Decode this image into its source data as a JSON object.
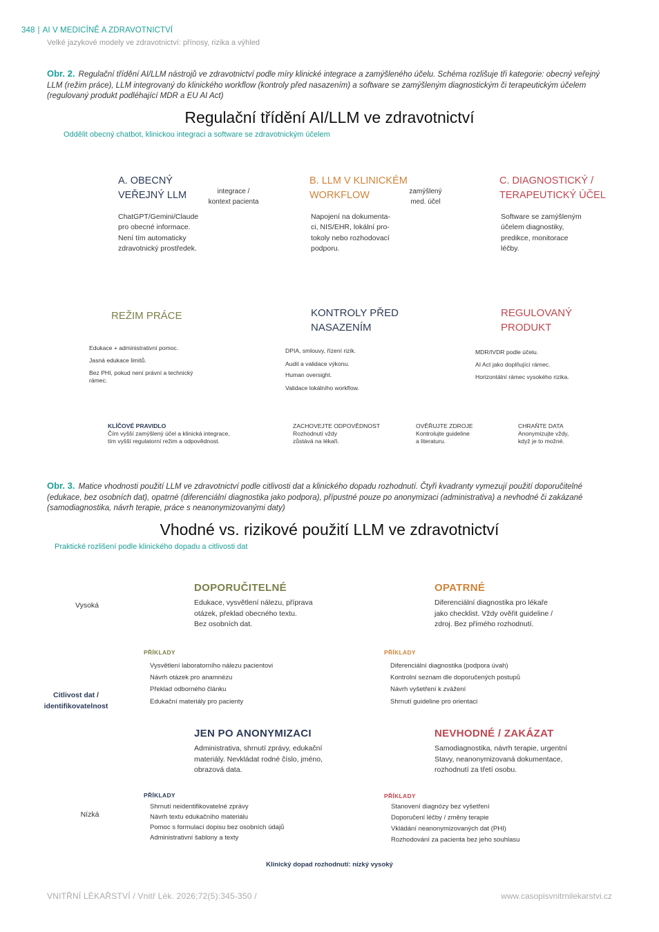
{
  "header": {
    "page_number": "348",
    "journal_section": "AI V MEDICÍNĚ A ZDRAVOTNICTVÍ",
    "article_subtitle": "Velké jazykové modely ve zdravotnictví: přínosy, rizika a výhled"
  },
  "fig2": {
    "label": "Obr. 2.",
    "caption": "Regulační třídění AI/LLM nástrojů ve zdravotnictví podle míry klinické integrace a zamýšleného účelu. Schéma rozlišuje tři kategorie: obecný veřejný LLM (režim práce), LLM integrovaný do klinického workflow (kontroly před nasazením) a software se zamýšleným diagnostickým či terapeutickým účelem (regulovaný produkt podléhající MDR a EU AI Act)",
    "title": "Regulační třídění AI/LLM ve zdravotnictví",
    "subtitle": "Oddělit obecný chatbot, klinickou integraci a software se zdravotnickým účelem",
    "categories": [
      {
        "title_line1": "A. OBECNÝ",
        "title_line2": "VEŘEJNÝ LLM",
        "body": [
          "ChatGPT/Gemini/Claude",
          "pro obecné informace.",
          "Není tím automaticky",
          "zdravotnický prostředek."
        ]
      },
      {
        "title_line1": "B. LLM V KLINICKÉM",
        "title_line2": "WORKFLOW",
        "body": [
          "Napojení na dokumenta-",
          "ci, NIS/EHR, lokální pro-",
          "tokoly nebo rozhodovací",
          "podporu."
        ]
      },
      {
        "title_line1": "C. DIAGNOSTICKÝ /",
        "title_line2": "TERAPEUTICKÝ ÚČEL",
        "body": [
          "Software se zamýšleným",
          "účelem diagnostiky,",
          "predikce, monitorace",
          "léčby."
        ]
      }
    ],
    "flow_labels": [
      {
        "line1": "integrace /",
        "line2": "kontext pacienta"
      },
      {
        "line1": "zamýšlený",
        "line2": "med. účel"
      }
    ],
    "regimes": [
      {
        "title_line1": "REŽIM PRÁCE",
        "title_line2": "",
        "items": [
          "Edukace + administrativní pomoc.",
          "Jasná edukace limitů.",
          "Bez PHI, pokud není právní a technický rámec."
        ]
      },
      {
        "title_line1": "KONTROLY PŘED",
        "title_line2": "NASAZENÍM",
        "items": [
          "DPIA, smlouvy, řízení rizik.",
          "Audit a validace výkonu.",
          "Human oversight.",
          "Validace lokálního workflow."
        ]
      },
      {
        "title_line1": "REGULOVANÝ",
        "title_line2": "PRODUKT",
        "items": [
          "MDR/IVDR podle účelu.",
          "AI Act jako doplňující rámec.",
          "Horizontální rámec vysokého rizika."
        ]
      }
    ],
    "key_rule": {
      "title": "KLÍČOVÉ PRAVIDLO",
      "line1": "Čím vyšší zamýšlený účel a klinická integrace,",
      "line2": "tím vyšší regulatorní režim a odpovědnost."
    },
    "tips": [
      {
        "title": "ZACHOVEJTE ODPOVĚDNOST",
        "line1": "Rozhodnutí vždy",
        "line2": "zůstává na lékaři."
      },
      {
        "title": "OVĚŘUJTE ZDROJE",
        "line1": "Kontrolujte guideline",
        "line2": "a literaturu."
      },
      {
        "title": "CHRAŇTE DATA",
        "line1": "Anonymizujte vždy,",
        "line2": "když je to možné."
      }
    ]
  },
  "fig3": {
    "label": "Obr. 3.",
    "caption": "Matice vhodnosti použití LLM ve zdravotnictví podle citlivosti dat a klinického dopadu rozhodnutí. Čtyři kvadranty vymezují použití doporučitelné (edukace, bez osobních dat), opatrné (diferenciální diagnostika jako podpora), přípustné pouze po anonymizaci (administrativa) a nevhodné či zakázané (samodiagnostika, návrh terapie, práce s neanonymizovanými daty)",
    "title": "Vhodné vs. rizikové použití LLM ve zdravotnictví",
    "subtitle": "Praktické rozlišení podle klinického dopadu a citlivosti dat",
    "y_axis": {
      "high": "Vysoká",
      "label_line1": "Citlivost dat /",
      "label_line2": "identifikovatelnost",
      "low": "Nízká"
    },
    "x_axis_label": "Klinický dopad rozhodnutí: nízký vysoký",
    "examples_heading": "PŘÍKLADY",
    "quadrants": [
      {
        "title": "DOPORUČITELNÉ",
        "body": [
          "Edukace, vysvětlení nálezu, příprava",
          "otázek, překlad obecného textu.",
          "Bez osobních dat."
        ],
        "examples": [
          "Vysvětlení laboratorního nálezu pacientovi",
          "Návrh otázek pro anamnézu",
          "Překlad odborného článku",
          "Edukační materiály pro pacienty"
        ]
      },
      {
        "title": "OPATRNÉ",
        "body": [
          "Diferenciální diagnostika pro lékaře",
          "jako checklist. Vždy ověřit guideline /",
          "zdroj. Bez přímého rozhodnutí."
        ],
        "examples": [
          "Diferenciální diagnostika (podpora úvah)",
          "Kontrolní seznam dle doporučených postupů",
          "Návrh vyšetření k zvážení",
          "Shrnutí guideline pro orientaci"
        ]
      },
      {
        "title": "JEN PO ANONYMIZACI",
        "body": [
          "Administrativa, shrnutí zprávy, edukační",
          "materiály. Nevkládat rodné číslo, jméno,",
          "obrazová data."
        ],
        "examples": [
          "Shrnutí neidentifikovatelné zprávy",
          "Návrh textu edukačního materiálu",
          "Pomoc s formulací dopisu bez osobních údajů",
          "Administrativní šablony a texty"
        ]
      },
      {
        "title": "NEVHODNÉ / ZAKÁZAT",
        "body": [
          "Samodiagnostika, návrh terapie, urgentní",
          "Stavy, neanonymizovaná dokumentace,",
          "rozhodnutí za třetí osobu."
        ],
        "examples": [
          "Stanovení diagnózy bez vyšetření",
          "Doporučení léčby / změny terapie",
          "Vkládání neanonymizovaných dat (PHI)",
          "Rozhodování za pacienta bez jeho souhlasu"
        ]
      }
    ]
  },
  "footer": {
    "journal": "VNITŘNÍ LÉKAŘSTVÍ",
    "citation": "Vnitř Lék. 2026;72(5):345-350",
    "url": "www.casopisvnitrnilekarstvi.cz"
  },
  "colors": {
    "accent": "#1a9f97",
    "green": "#7b7f48",
    "dark_blue": "#2c3a57",
    "orange": "#d08338",
    "red": "#c0464f"
  }
}
